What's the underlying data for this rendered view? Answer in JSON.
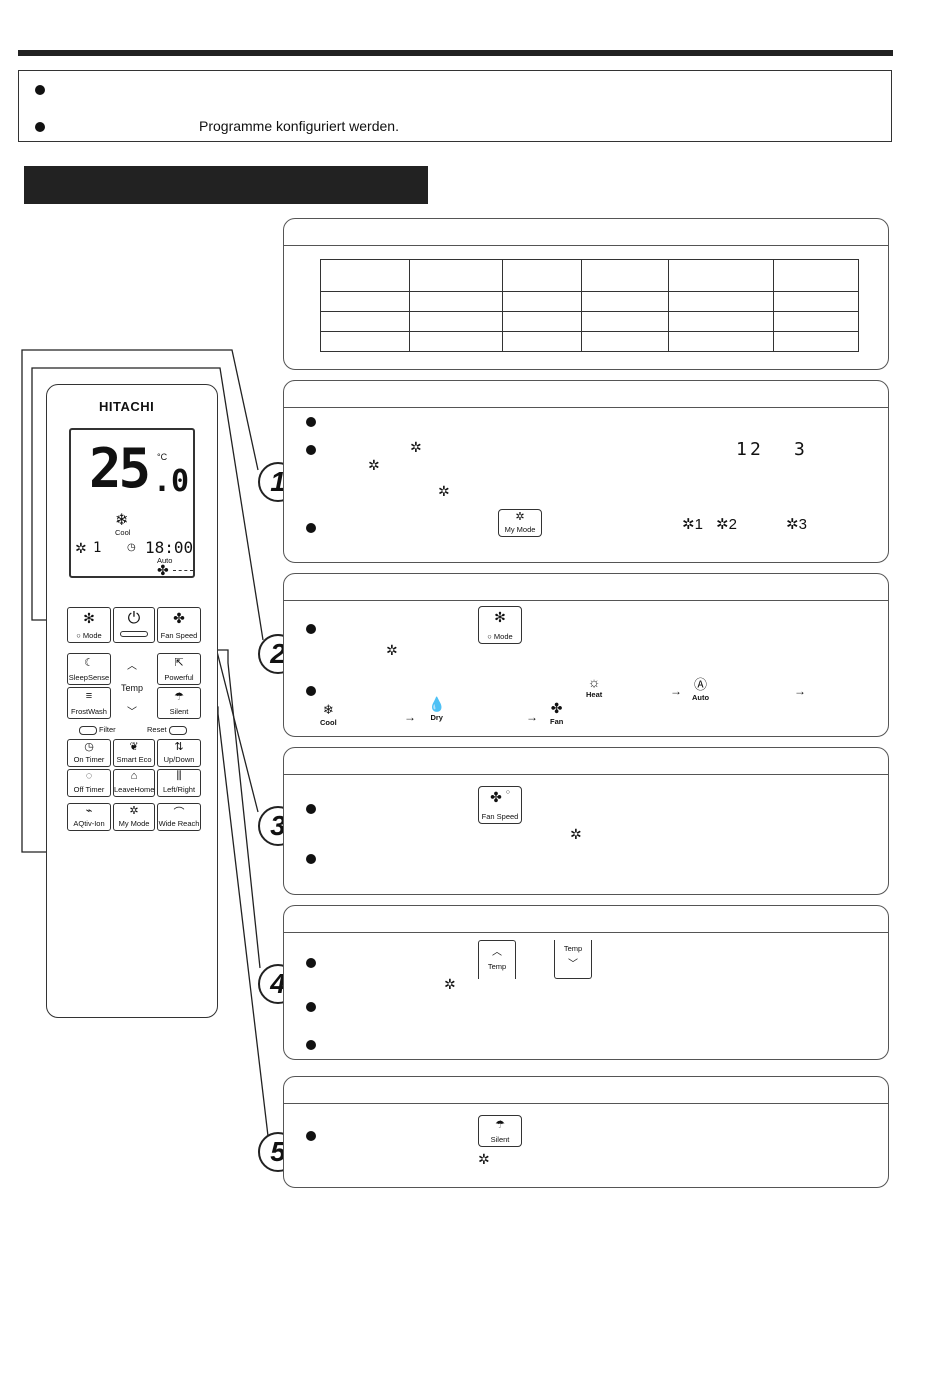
{
  "notes": {
    "line1": "",
    "line2": "Programme konfiguriert werden."
  },
  "remote": {
    "brand": "HITACHI",
    "display": {
      "temp_main": "25",
      "temp_decimal": ".0",
      "unit": "°C",
      "mode": "Cool",
      "mymode_digit": "1",
      "time": "18:00",
      "fan": "Auto"
    },
    "buttons": {
      "mode": "Mode",
      "fan_speed": "Fan Speed",
      "sleepsense": "SleepSense",
      "temp": "Temp",
      "powerful": "Powerful",
      "frostwash": "FrostWash",
      "silent": "Silent",
      "filter": "Filter",
      "reset": "Reset",
      "on_timer": "On Timer",
      "smart_eco": "Smart Eco",
      "up_down": "Up/Down",
      "off_timer": "Off Timer",
      "leavehome": "LeaveHome",
      "left_right": "Left/Right",
      "aqtiv_ion": "AQtiv-Ion",
      "my_mode": "My Mode",
      "wide_reach": "Wide Reach"
    }
  },
  "callouts": [
    "1",
    "2",
    "3",
    "4",
    "5"
  ],
  "panel1": {
    "digits": [
      "1",
      "2",
      "3"
    ],
    "button_label": "My Mode"
  },
  "panel2": {
    "button_label": "Mode",
    "modes": [
      "Heat",
      "Auto",
      "Cool",
      "Dry",
      "Fan"
    ]
  },
  "panel3": {
    "button_label": "Fan Speed"
  },
  "panel4": {
    "button_up_label": "Temp",
    "button_down_label": "Temp"
  },
  "panel5": {
    "button_label": "Silent"
  }
}
